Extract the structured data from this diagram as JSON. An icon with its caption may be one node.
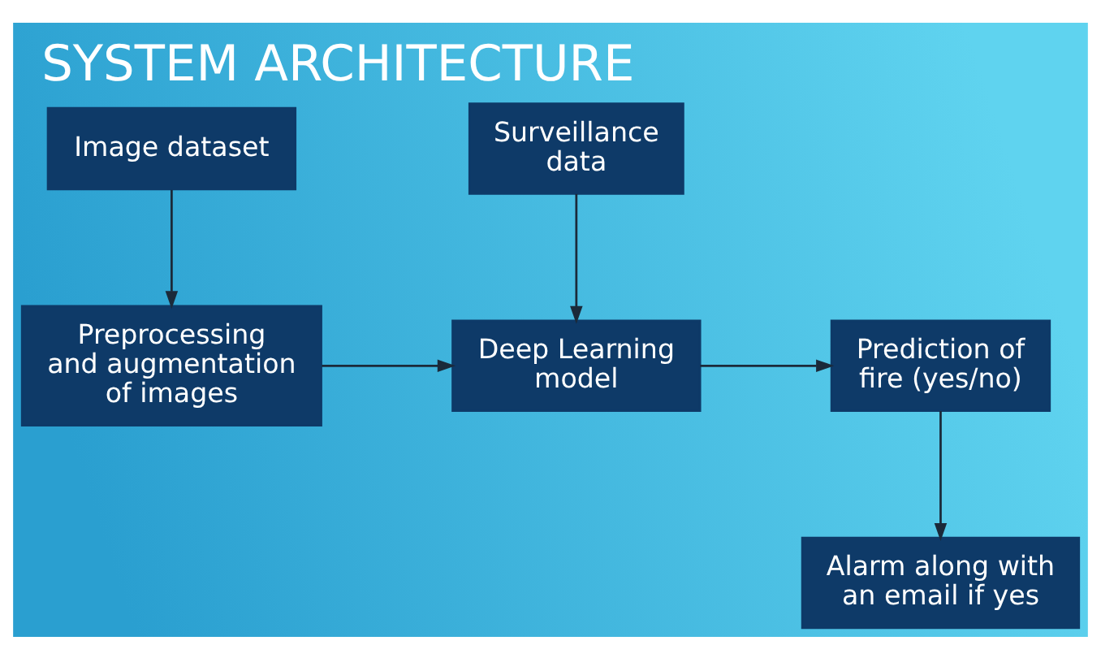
{
  "diagram": {
    "title": "SYSTEM ARCHITECTURE",
    "nodes": [
      {
        "text": [
          "Image dataset"
        ]
      },
      {
        "text": [
          "Surveillance data"
        ]
      },
      {
        "text": [
          "Preprocessing and augmentation of images"
        ]
      },
      {
        "text": [
          "Deep Learning model"
        ]
      },
      {
        "text": [
          "Prediction of fire (yes/no)"
        ]
      },
      {
        "text": [
          "Alarm along with an email if yes"
        ]
      }
    ],
    "edges": [
      {
        "from": 0,
        "to": 2,
        "arrow": "to"
      },
      {
        "from": 1,
        "to": 3,
        "arrow": "to"
      },
      {
        "from": 2,
        "to": 3,
        "arrow": "to"
      },
      {
        "from": 3,
        "to": 4,
        "arrow": "to"
      },
      {
        "from": 4,
        "to": 5,
        "arrow": "to"
      }
    ]
  }
}
